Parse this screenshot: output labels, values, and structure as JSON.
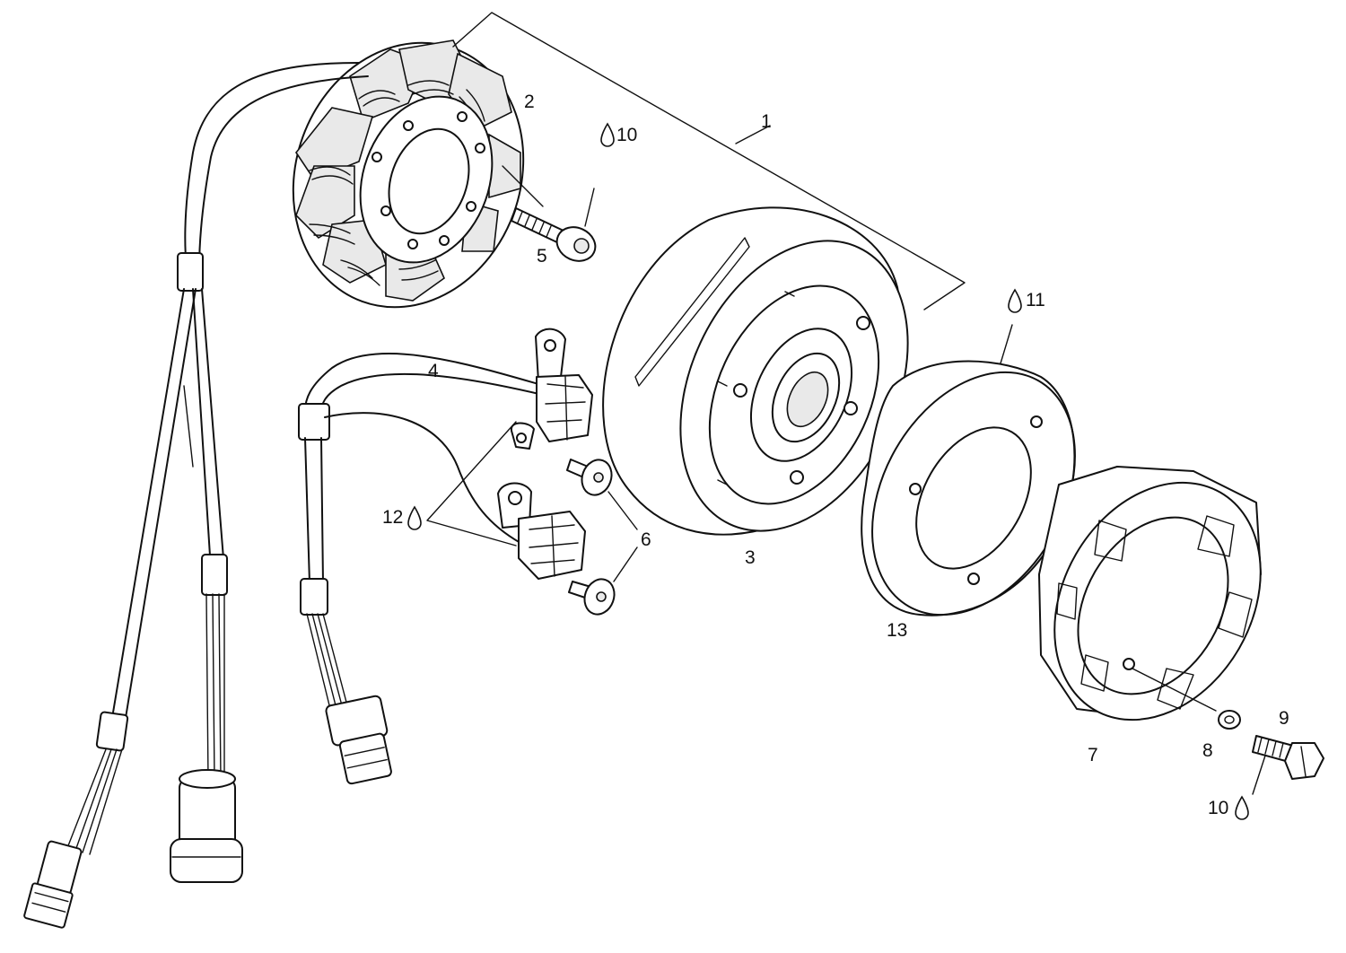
{
  "callouts": {
    "c1": "1",
    "c2": "2",
    "c3": "3",
    "c4": "4",
    "c5": "5",
    "c6": "6",
    "c7": "7",
    "c8": "8",
    "c9": "9",
    "c10a": "10",
    "c10b": "10",
    "c11": "11",
    "c12": "12",
    "c13": "13"
  },
  "icons": {
    "lubricant_symbol": "drop-icon"
  }
}
